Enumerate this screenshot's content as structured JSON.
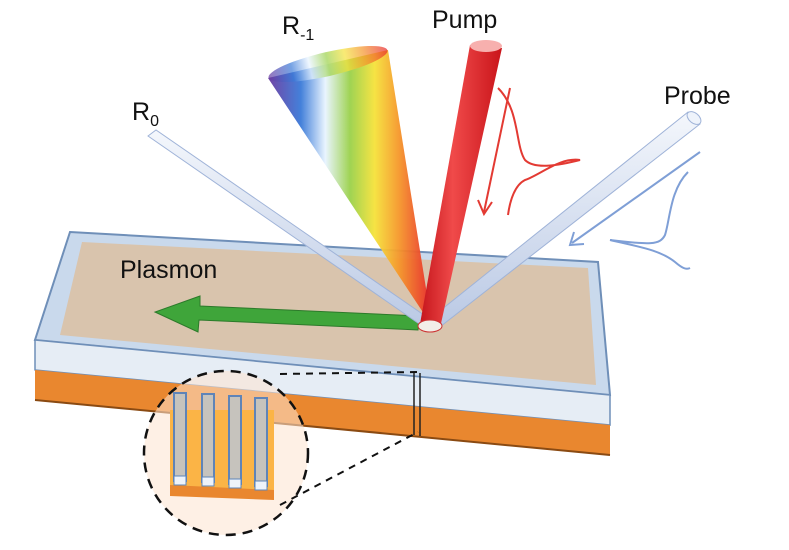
{
  "labels": {
    "r0_main": "R",
    "r0_sub": "0",
    "rm1_main": "R",
    "rm1_sub": "-1",
    "pump": "Pump",
    "probe": "Probe",
    "plasmon": "Plasmon"
  },
  "colors": {
    "pump": "#e8262b",
    "plasmon_arrow": "#3fa53a",
    "gold": "#e9872f",
    "probe": "#c9d6ee",
    "pump_pulse": "#e33a33",
    "probe_pulse": "#7f9fd6"
  }
}
